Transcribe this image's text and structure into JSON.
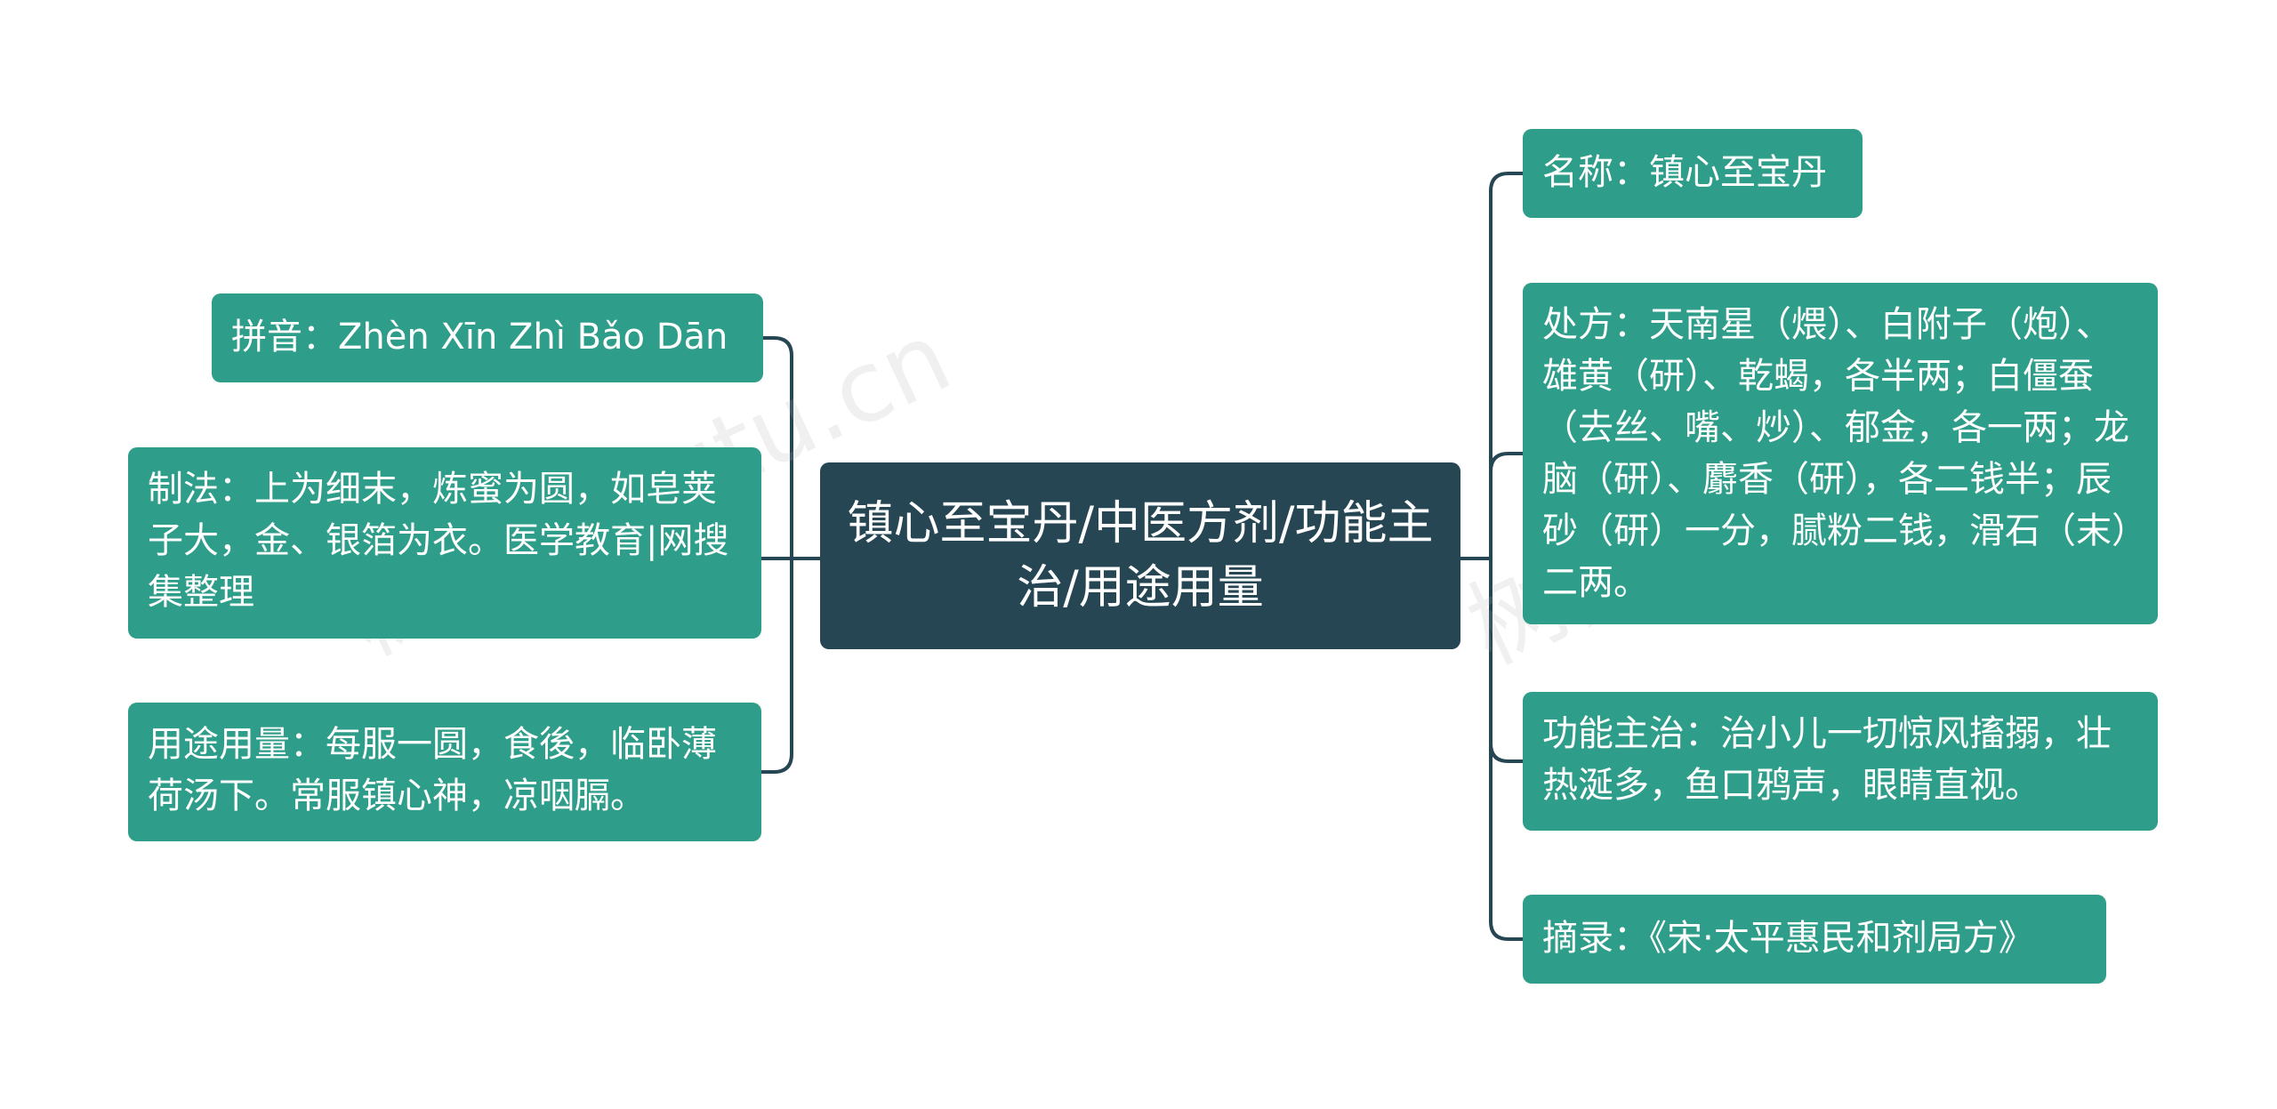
{
  "center": {
    "label": "镇心至宝丹/中医方剂/功能主治/用途用量"
  },
  "left_nodes": [
    {
      "id": "pinyin",
      "label": "拼音：Zhèn Xīn Zhì Bǎo Dān"
    },
    {
      "id": "zhifa",
      "label": "制法：上为细末，炼蜜为圆，如皂荚子大，金、银箔为衣。医学教育|网搜集整理"
    },
    {
      "id": "yongtu",
      "label": "用途用量：每服一圆，食後，临卧薄荷汤下。常服镇心神，凉咽膈。"
    }
  ],
  "right_nodes": [
    {
      "id": "mingcheng",
      "label": "名称：镇心至宝丹"
    },
    {
      "id": "chufang",
      "label": "处方：天南星（煨）、白附子（炮）、雄黄（研）、乾蝎，各半两；白僵蚕（去丝、嘴、炒）、郁金，各一两；龙脑（研）、麝香（研），各二钱半；辰砂（研）一分，腻粉二钱，滑石（末）二两。"
    },
    {
      "id": "gongneng",
      "label": "功能主治：治小儿一切惊风搐搦，壮热涎多，鱼口鸦声，眼睛直视。"
    },
    {
      "id": "zhailu",
      "label": "摘录：《宋·太平惠民和剂局方》"
    }
  ],
  "watermarks": [
    "树图 shutu.cn",
    "树图 shutu.cn"
  ],
  "colors": {
    "center_bg": "#264653",
    "node_bg": "#2e9e8a",
    "line": "#264653",
    "text": "#ffffff"
  }
}
